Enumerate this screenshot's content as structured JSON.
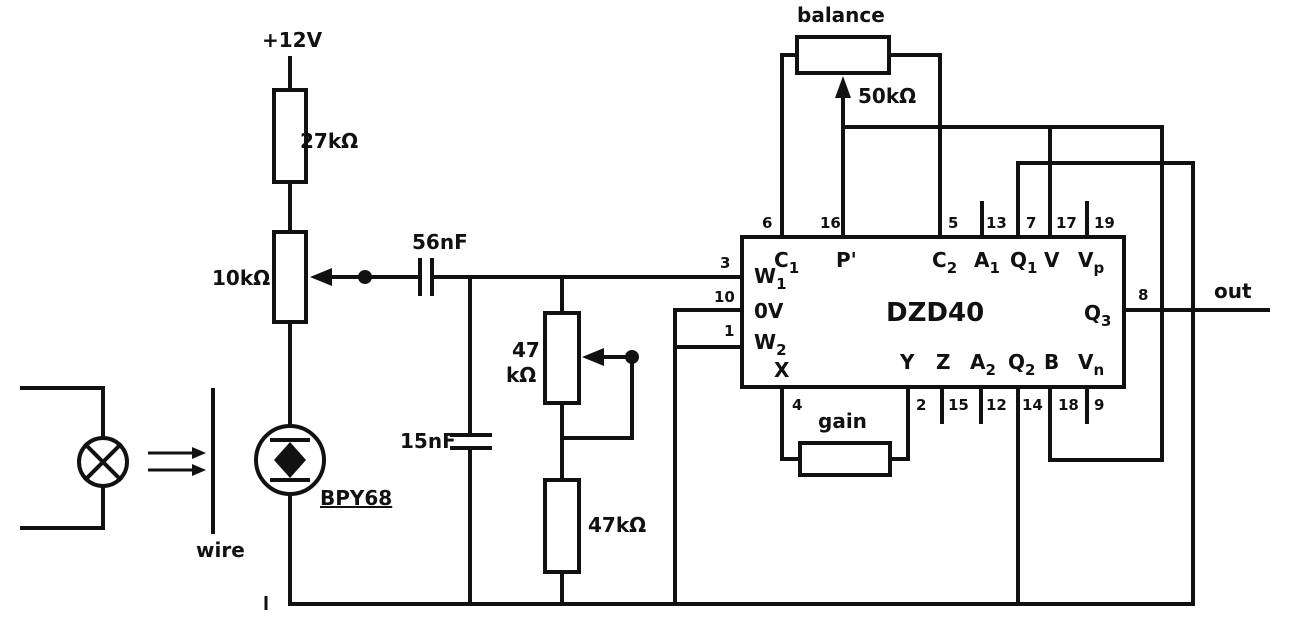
{
  "supply": "+12V",
  "resistors": {
    "r1": "27kΩ",
    "pot1": "10kΩ",
    "pot2_top": "47",
    "pot2_bottom": "kΩ",
    "r3": "47kΩ",
    "balance_label": "balance",
    "balance_value": "50kΩ",
    "gain": "gain"
  },
  "capacitors": {
    "c1": "56nF",
    "c2": "15nF"
  },
  "photodiode": "BPY68",
  "wire": "wire",
  "ic": {
    "name": "DZD40",
    "pins_top": [
      "6",
      "16",
      "5",
      "13",
      "7",
      "17",
      "19"
    ],
    "pins_left": [
      "3",
      "10",
      "1"
    ],
    "pins_bottom": [
      "4",
      "2",
      "15",
      "12",
      "14",
      "18",
      "9"
    ],
    "pin_right": "8",
    "terminals": {
      "c1": "C",
      "c1_sub": "1",
      "p": "P'",
      "c2": "C",
      "c2_sub": "2",
      "a1": "A",
      "a1_sub": "1",
      "q1": "Q",
      "q1_sub": "1",
      "v": "V",
      "vp": "V",
      "vp_sub": "p",
      "w1": "W",
      "w1_sub": "1",
      "ov": "0V",
      "w2": "W",
      "w2_sub": "2",
      "x": "X",
      "y": "Y",
      "z": "Z",
      "a2": "A",
      "a2_sub": "2",
      "q2": "Q",
      "q2_sub": "2",
      "b": "B",
      "vn": "V",
      "vn_sub": "n",
      "q3": "Q",
      "q3_sub": "3"
    }
  },
  "output": "out"
}
